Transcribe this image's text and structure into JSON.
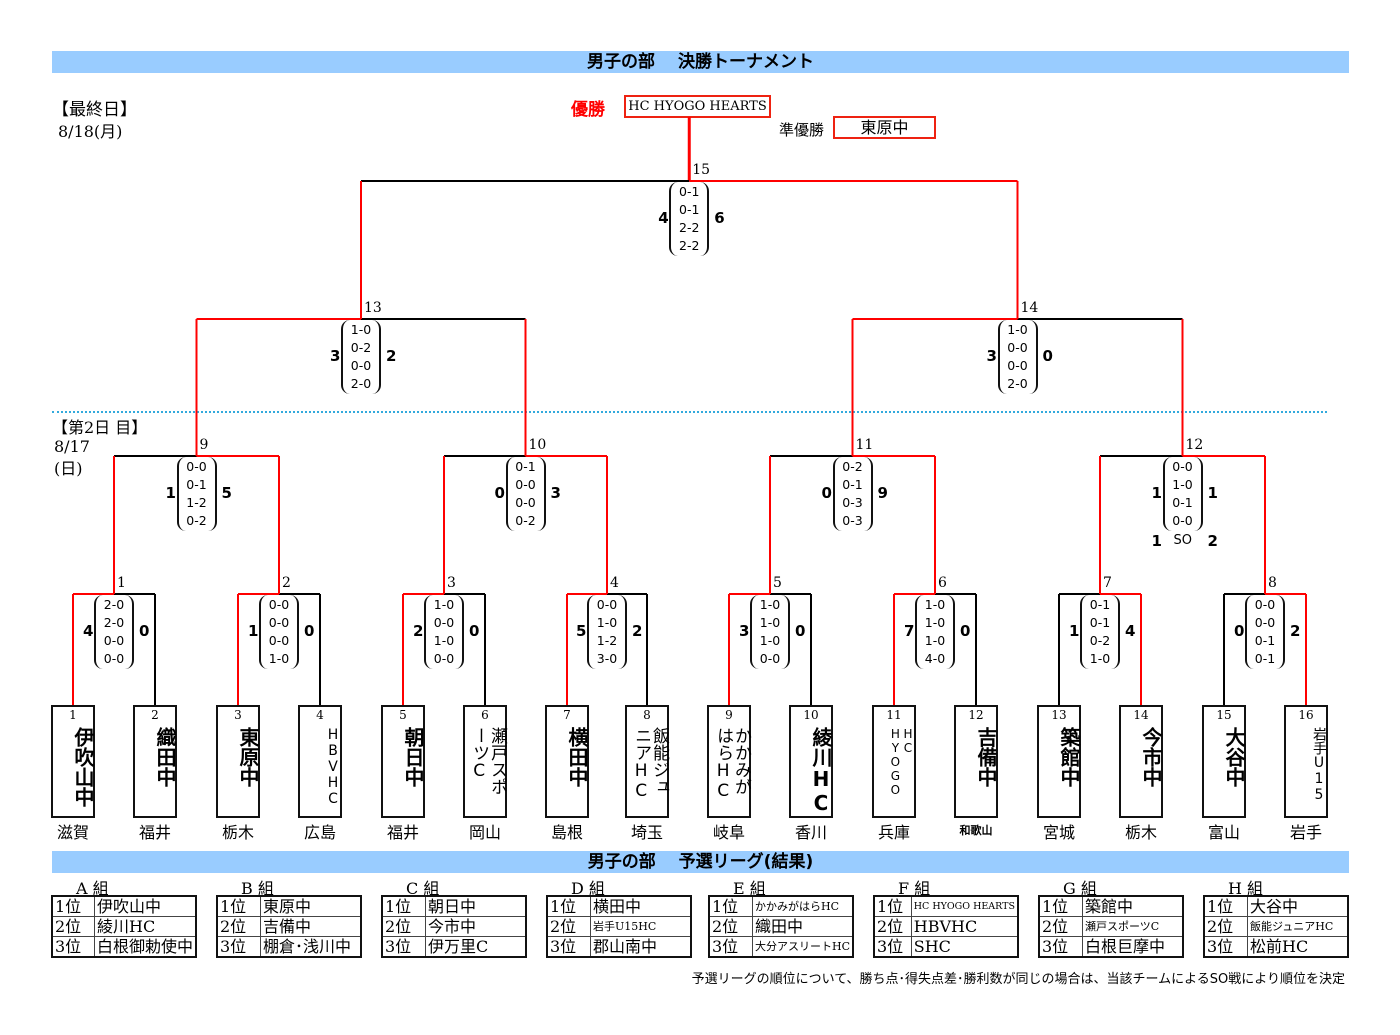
{
  "header": {
    "title": "男子の部　 決勝トーナメント"
  },
  "final_day": {
    "label": "【最終日】",
    "date": "8/18(月)"
  },
  "day2": {
    "label": "【第2日 目】",
    "date": "8/17",
    "weekday": "(日)"
  },
  "result": {
    "champion_label": "優勝",
    "champion": "HC HYOGO HEARTS",
    "runner_up_label": "準優勝",
    "runner_up": "東原中"
  },
  "colors": {
    "header_bar": "#99ccff",
    "winner_line": "#ff0000",
    "loser_line": "#000000",
    "day_divider": "#33aadd"
  },
  "teams": [
    {
      "no": "1",
      "name": "伊吹山中",
      "pref": "滋賀"
    },
    {
      "no": "2",
      "name": "織田中",
      "pref": "福井"
    },
    {
      "no": "3",
      "name": "東原中",
      "pref": "栃木"
    },
    {
      "no": "4",
      "name": "HBVHC",
      "pref": "広島"
    },
    {
      "no": "5",
      "name": "朝日中",
      "pref": "福井"
    },
    {
      "no": "6",
      "name": "瀬戸スポーツC",
      "pref": "岡山"
    },
    {
      "no": "7",
      "name": "横田中",
      "pref": "島根"
    },
    {
      "no": "8",
      "name": "飯能ジュニアHC",
      "pref": "埼玉"
    },
    {
      "no": "9",
      "name": "かかみがはらHC",
      "pref": "岐阜"
    },
    {
      "no": "10",
      "name": "綾川HC",
      "pref": "香川"
    },
    {
      "no": "11",
      "name": "HC HYOGO",
      "pref": "兵庫"
    },
    {
      "no": "12",
      "name": "吉備中",
      "pref": "和歌山"
    },
    {
      "no": "13",
      "name": "築館中",
      "pref": "宮城"
    },
    {
      "no": "14",
      "name": "今市中",
      "pref": "栃木"
    },
    {
      "no": "15",
      "name": "大谷中",
      "pref": "富山"
    },
    {
      "no": "16",
      "name": "岩手U15",
      "pref": "岩手"
    }
  ],
  "matches": [
    {
      "no": "1",
      "left_total": "4",
      "right_total": "0",
      "periods": [
        "2-0",
        "2-0",
        "0-0",
        "0-0"
      ],
      "winner": "left"
    },
    {
      "no": "2",
      "left_total": "1",
      "right_total": "0",
      "periods": [
        "0-0",
        "0-0",
        "0-0",
        "1-0"
      ],
      "winner": "left"
    },
    {
      "no": "3",
      "left_total": "2",
      "right_total": "0",
      "periods": [
        "1-0",
        "0-0",
        "1-0",
        "0-0"
      ],
      "winner": "left"
    },
    {
      "no": "4",
      "left_total": "5",
      "right_total": "2",
      "periods": [
        "0-0",
        "1-0",
        "1-2",
        "3-0"
      ],
      "winner": "left"
    },
    {
      "no": "5",
      "left_total": "3",
      "right_total": "0",
      "periods": [
        "1-0",
        "1-0",
        "1-0",
        "0-0"
      ],
      "winner": "left"
    },
    {
      "no": "6",
      "left_total": "7",
      "right_total": "0",
      "periods": [
        "1-0",
        "1-0",
        "1-0",
        "4-0"
      ],
      "winner": "left"
    },
    {
      "no": "7",
      "left_total": "1",
      "right_total": "4",
      "periods": [
        "0-1",
        "0-1",
        "0-2",
        "1-0"
      ],
      "winner": "right"
    },
    {
      "no": "8",
      "left_total": "0",
      "right_total": "2",
      "periods": [
        "0-0",
        "0-0",
        "0-1",
        "0-1"
      ],
      "winner": "right"
    },
    {
      "no": "9",
      "left_total": "1",
      "right_total": "5",
      "periods": [
        "0-0",
        "0-1",
        "1-2",
        "0-2"
      ],
      "winner": "right"
    },
    {
      "no": "10",
      "left_total": "0",
      "right_total": "3",
      "periods": [
        "0-1",
        "0-0",
        "0-0",
        "0-2"
      ],
      "winner": "right"
    },
    {
      "no": "11",
      "left_total": "0",
      "right_total": "9",
      "periods": [
        "0-2",
        "0-1",
        "0-3",
        "0-3"
      ],
      "winner": "right"
    },
    {
      "no": "12",
      "left_total": "1",
      "right_total": "1",
      "periods": [
        "0-0",
        "1-0",
        "0-1",
        "0-0"
      ],
      "winner": "right",
      "shootout": {
        "left": "1",
        "label": "SO",
        "right": "2"
      }
    },
    {
      "no": "13",
      "left_total": "3",
      "right_total": "2",
      "periods": [
        "1-0",
        "0-2",
        "0-0",
        "2-0"
      ],
      "winner": "left"
    },
    {
      "no": "14",
      "left_total": "3",
      "right_total": "0",
      "periods": [
        "1-0",
        "0-0",
        "0-0",
        "2-0"
      ],
      "winner": "left"
    },
    {
      "no": "15",
      "left_total": "4",
      "right_total": "6",
      "periods": [
        "0-1",
        "0-1",
        "2-2",
        "2-2"
      ],
      "winner": "right"
    }
  ],
  "league": {
    "title": "男子の部　 予選リーグ(結果)",
    "groups": [
      {
        "label": "A 組",
        "rows": [
          [
            "1位",
            "伊吹山中"
          ],
          [
            "2位",
            "綾川HC"
          ],
          [
            "3位",
            "白根御勅使中"
          ]
        ]
      },
      {
        "label": "B 組",
        "rows": [
          [
            "1位",
            "東原中"
          ],
          [
            "2位",
            "吉備中"
          ],
          [
            "3位",
            "棚倉･浅川中"
          ]
        ]
      },
      {
        "label": "C 組",
        "rows": [
          [
            "1位",
            "朝日中"
          ],
          [
            "2位",
            "今市中"
          ],
          [
            "3位",
            "伊万里C"
          ]
        ]
      },
      {
        "label": "D 組",
        "rows": [
          [
            "1位",
            "横田中"
          ],
          [
            "2位",
            "岩手U15HC"
          ],
          [
            "3位",
            "郡山南中"
          ]
        ]
      },
      {
        "label": "E 組",
        "rows": [
          [
            "1位",
            "かかみがはらHC"
          ],
          [
            "2位",
            "織田中"
          ],
          [
            "3位",
            "大分アスリートHC"
          ]
        ]
      },
      {
        "label": "F 組",
        "rows": [
          [
            "1位",
            "HC HYOGO HEARTS"
          ],
          [
            "2位",
            "HBVHC"
          ],
          [
            "3位",
            "SHC"
          ]
        ]
      },
      {
        "label": "G 組",
        "rows": [
          [
            "1位",
            "築館中"
          ],
          [
            "2位",
            "瀬戸スポーツC"
          ],
          [
            "3位",
            "白根巨摩中"
          ]
        ]
      },
      {
        "label": "H 組",
        "rows": [
          [
            "1位",
            "大谷中"
          ],
          [
            "2位",
            "飯能ジュニアHC"
          ],
          [
            "3位",
            "松前HC"
          ]
        ]
      }
    ],
    "note": "予選リーグの順位について、勝ち点･得失点差･勝利数が同じの場合は、当該チームによるSO戦により順位を決定"
  }
}
